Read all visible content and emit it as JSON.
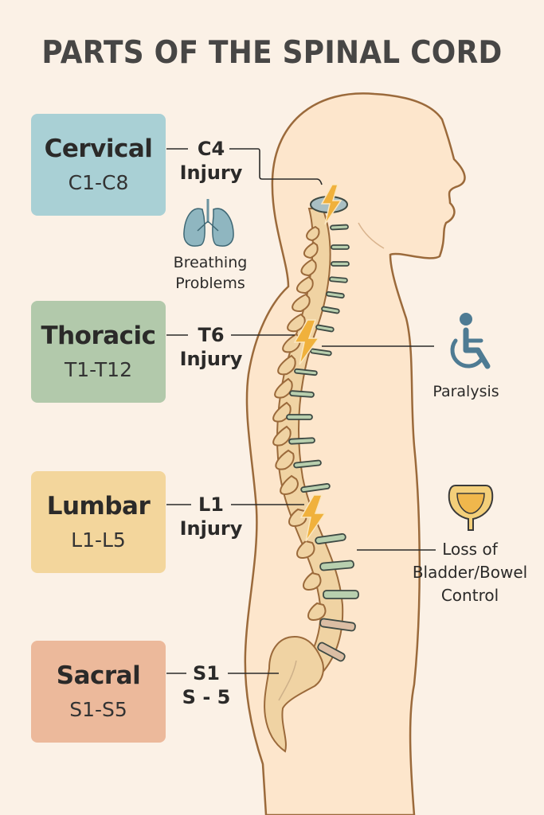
{
  "title": "PARTS OF THE SPINAL CORD",
  "regions": [
    {
      "name": "Cervical",
      "range": "C1-C8",
      "color": "#a9d0d5",
      "injury_level": "C4",
      "injury_label": "Injury"
    },
    {
      "name": "Thoracic",
      "range": "T1-T12",
      "color": "#b2c9ab",
      "injury_level": "T6",
      "injury_label": "Injury"
    },
    {
      "name": "Lumbar",
      "range": "L1-L5",
      "color": "#f3d69c",
      "injury_level": "L1",
      "injury_label": "Injury"
    },
    {
      "name": "Sacral",
      "range": "S1-S5",
      "color": "#ecb99b",
      "injury_level": "S1",
      "injury_label": "S - 5"
    }
  ],
  "effects": [
    {
      "icon": "lungs-icon",
      "label_lines": [
        "Breathing",
        "Problems"
      ],
      "color": "#8fb6c0"
    },
    {
      "icon": "wheelchair-icon",
      "label_lines": [
        "Paralysis"
      ],
      "color": "#4e7b93"
    },
    {
      "icon": "bladder-icon",
      "label_lines": [
        "Loss of",
        "Bladder/Bowel",
        "Control"
      ],
      "color": "#f0b74c"
    }
  ],
  "colors": {
    "background": "#fbf1e6",
    "skin": "#fde6cc",
    "outline": "#9b6a3b",
    "bone": "#f0d3a3",
    "disc": "#b8cfae",
    "lightning": "#f0b13c"
  }
}
